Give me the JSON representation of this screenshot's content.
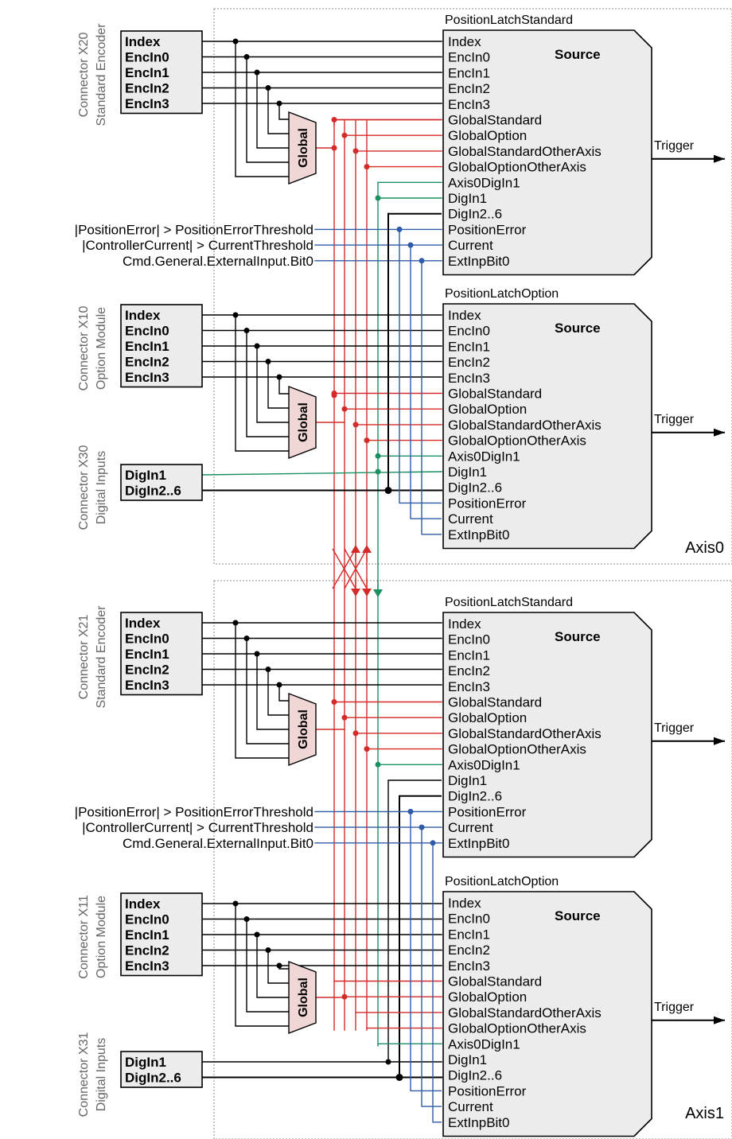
{
  "colors": {
    "black": "#000000",
    "red": "#d42a2a",
    "green": "#1a9060",
    "blue": "#2f5aa8",
    "block_fill": "#ececec",
    "frame": "#888888"
  },
  "source_label": "Source",
  "trigger_label": "Trigger",
  "global_label": "Global",
  "latch_inputs": [
    "Index",
    "EncIn0",
    "EncIn1",
    "EncIn2",
    "EncIn3",
    "GlobalStandard",
    "GlobalOption",
    "GlobalStandardOtherAxis",
    "GlobalOptionOtherAxis",
    "Axis0DigIn1",
    "DigIn1",
    "DigIn2..6",
    "PositionError",
    "Current",
    "ExtInpBit0"
  ],
  "encoder_pins": [
    "Index",
    "EncIn0",
    "EncIn1",
    "EncIn2",
    "EncIn3"
  ],
  "digital_pins": [
    "DigIn1",
    "DigIn2..6"
  ],
  "cmd_labels": [
    "|PositionError| > PositionErrorThreshold",
    "|ControllerCurrent| >  CurrentThreshold",
    "Cmd.General.ExternalInput.Bit0"
  ],
  "axes": [
    {
      "axis_label": "Axis0",
      "latches": [
        "PositionLatchStandard",
        "PositionLatchOption"
      ],
      "connectors": {
        "standard": [
          "Connector X20",
          "Standard Encoder"
        ],
        "option": [
          "Connector X10",
          "Option Module"
        ],
        "digital": [
          "Connector X30",
          "Digital Inputs"
        ]
      }
    },
    {
      "axis_label": "Axis1",
      "latches": [
        "PositionLatchStandard",
        "PositionLatchOption"
      ],
      "connectors": {
        "standard": [
          "Connector X21",
          "Standard Encoder"
        ],
        "option": [
          "Connector X11",
          "Option Module"
        ],
        "digital": [
          "Connector X31",
          "Digital Inputs"
        ]
      }
    }
  ]
}
